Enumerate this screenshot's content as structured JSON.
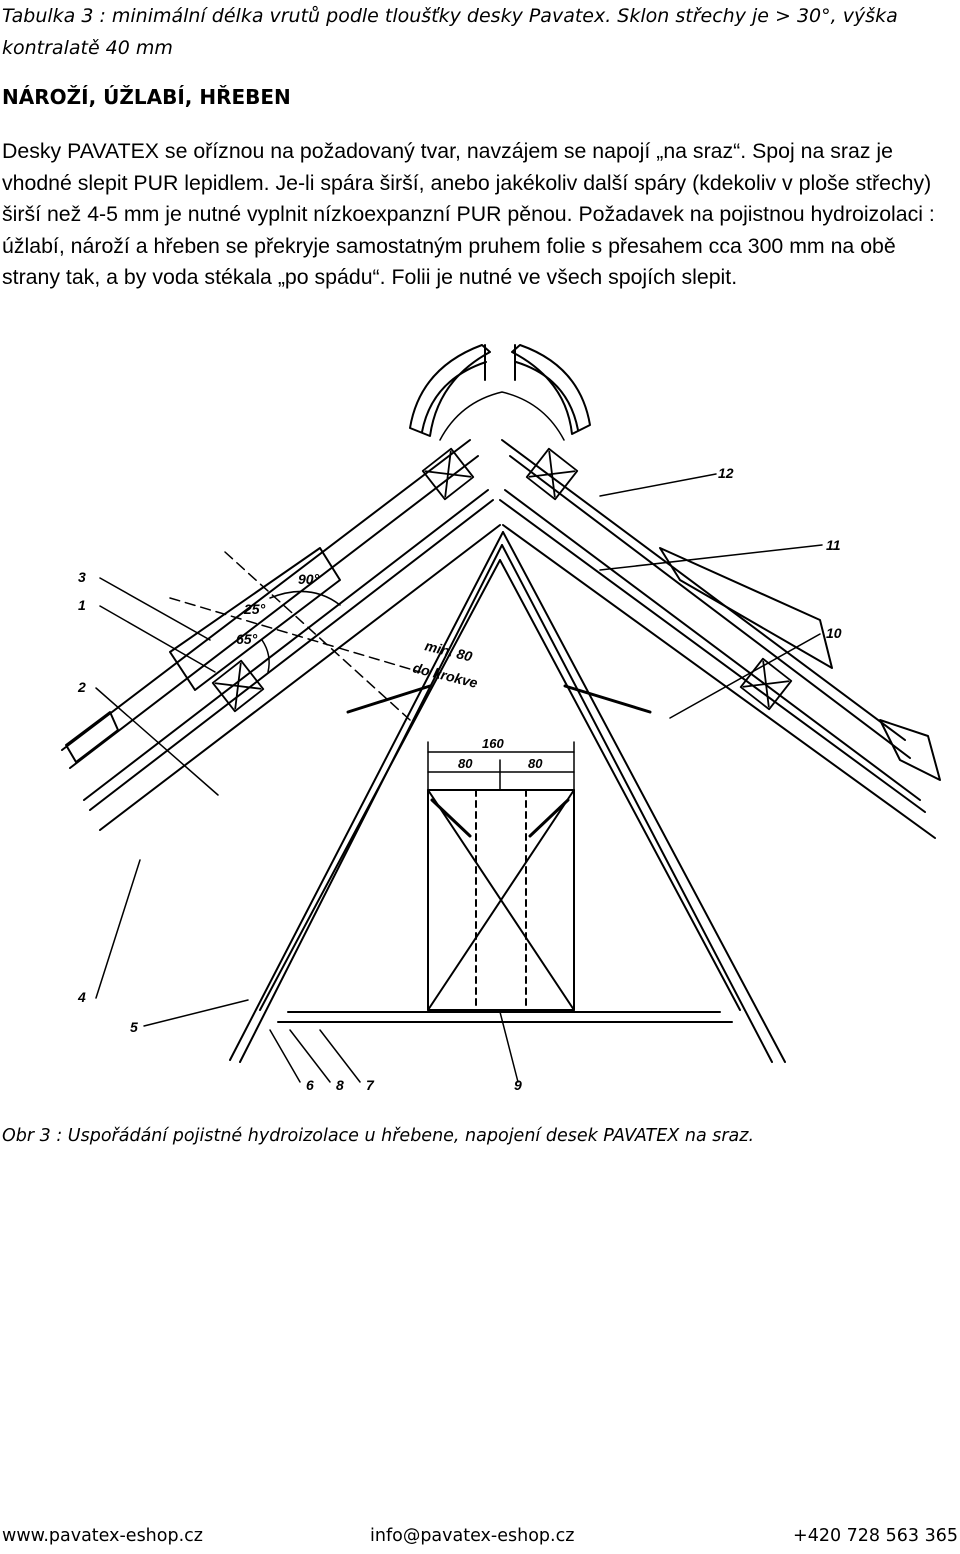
{
  "table_caption": "Tabulka 3 : minimální délka vrutů podle tloušťky desky Pavatex. Sklon střechy je > 30°, výška kontralatě 40 mm",
  "section_heading": "NÁROŽÍ, ÚŽLABÍ, HŘEBEN",
  "paragraph": "Desky PAVATEX se oříznou na požadovaný tvar, navzájem se napojí „na sraz“. Spoj na sraz je vhodné slepit PUR lepidlem. Je-li spára širší, anebo jakékoliv další spáry (kdekoliv v ploše střechy) širší než 4-5 mm je nutné vyplnit nízkoexpanzní PUR pěnou. Požadavek na pojistnou hydroizolaci : úžlabí, nároží a hřeben se překryje samostatným pruhem folie s přesahem cca 300 mm na obě strany tak, a by voda stékala „po spádu“. Folii je nutné ve všech spojích slepit.",
  "drawing": {
    "callouts": {
      "c1": "1",
      "c2": "2",
      "c3": "3",
      "c4": "4",
      "c5": "5",
      "c6": "6",
      "c7": "7",
      "c8": "8",
      "c9": "9",
      "c10": "10",
      "c11": "11",
      "c12": "12"
    },
    "angles": {
      "a90": "90°",
      "a25": "25°",
      "a65": "65°"
    },
    "note_line1": "min. 80",
    "note_line2": "do krokve",
    "dim_total": "160",
    "dim_left": "80",
    "dim_right": "80"
  },
  "figure_caption": "Obr 3 : Uspořádání pojistné hydroizolace u hřebene, napojení desek PAVATEX na sraz.",
  "footer": {
    "website": "www.pavatex-eshop.cz",
    "email": "info@pavatex-eshop.cz",
    "phone": "+420 728 563 365"
  }
}
